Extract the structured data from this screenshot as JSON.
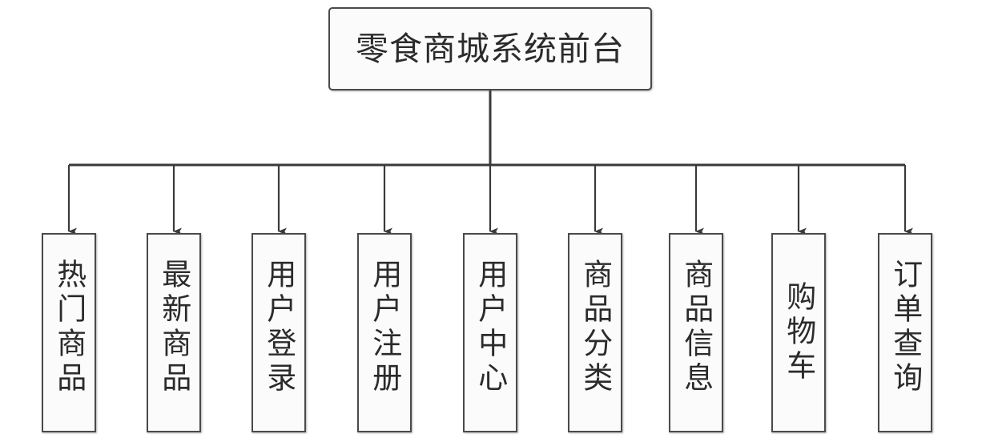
{
  "diagram": {
    "title": "零食商城系统前台",
    "type": "tree",
    "orientation": "top-down",
    "colors": {
      "background": "#ffffff",
      "node_fill": "#fbfbfb",
      "node_border": "#4a4a4a",
      "connector": "#3a3a3a",
      "text": "#2b2b2b"
    },
    "root": {
      "label": "零食商城系统前台",
      "shape": "rounded-rectangle",
      "text_direction": "horizontal"
    },
    "children": [
      {
        "label": "热门商品",
        "chars": 4,
        "text_direction": "vertical"
      },
      {
        "label": "最新商品",
        "chars": 4,
        "text_direction": "vertical"
      },
      {
        "label": "用户登录",
        "chars": 4,
        "text_direction": "vertical"
      },
      {
        "label": "用户注册",
        "chars": 4,
        "text_direction": "vertical"
      },
      {
        "label": "用户中心",
        "chars": 4,
        "text_direction": "vertical"
      },
      {
        "label": "商品分类",
        "chars": 4,
        "text_direction": "vertical"
      },
      {
        "label": "商品信息",
        "chars": 4,
        "text_direction": "vertical"
      },
      {
        "label": "购物车",
        "chars": 3,
        "text_direction": "vertical"
      },
      {
        "label": "订单查询",
        "chars": 4,
        "text_direction": "vertical"
      }
    ]
  }
}
